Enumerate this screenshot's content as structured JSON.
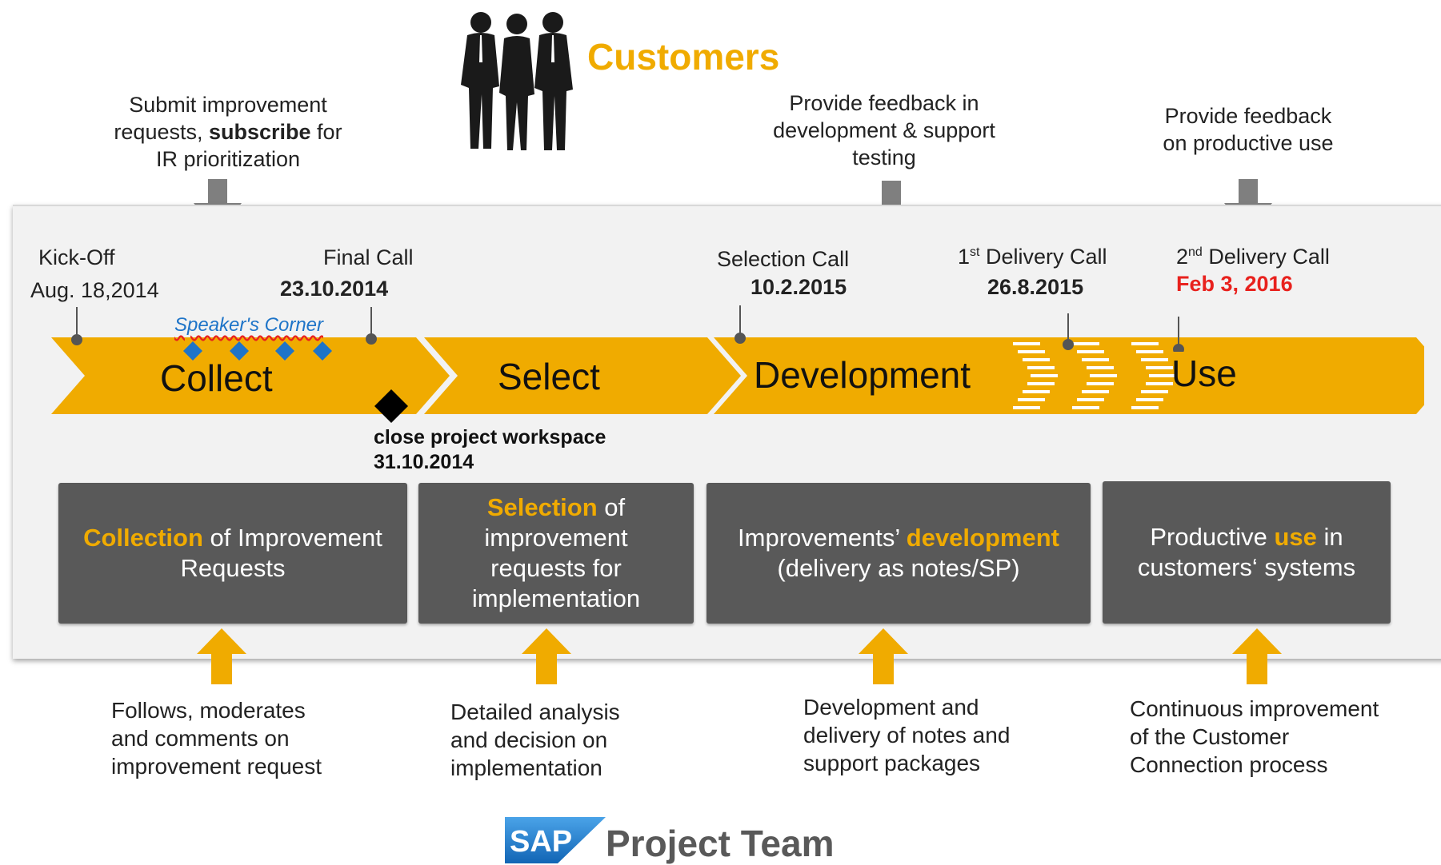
{
  "customers": {
    "title": "Customers",
    "input_submit": {
      "text1": "Submit improvement",
      "text2a": "requests, ",
      "text2b": "subscribe",
      "text2c": " for",
      "text3": "IR prioritization"
    },
    "input_testing": {
      "line1": "Provide feedback in",
      "line2": "development & support",
      "line3": "testing"
    },
    "input_use": {
      "line1": "Provide feedback",
      "line2": "on productive use"
    }
  },
  "milestones": {
    "kickoff": {
      "label": "Kick-Off",
      "date": "Aug. 18,2014"
    },
    "final_call": {
      "label": "Final Call",
      "date": "23.10.2014"
    },
    "selection_call": {
      "label": "Selection Call",
      "date": "10.2.2015"
    },
    "delivery1": {
      "label_num": "1",
      "label_sup": "st",
      "label_rest": " Delivery Call",
      "date": "26.8.2015"
    },
    "delivery2": {
      "label_num": "2",
      "label_sup": "nd",
      "label_rest": " Delivery Call",
      "date": "Feb 3, 2016"
    },
    "speakers_corner": "Speaker's Corner",
    "close_workspace": {
      "line1": "close project workspace",
      "line2": "31.10.2014"
    }
  },
  "phases": {
    "collect": "Collect",
    "select": "Select",
    "development": "Development",
    "use": "Use"
  },
  "boxes": {
    "collect": {
      "hl": "Collection",
      "rest": " of Improvement",
      "line2": "Requests"
    },
    "select": {
      "hl": "Selection",
      "rest": " of",
      "line2": "improvement",
      "line3": "requests for",
      "line4": "implementation"
    },
    "development": {
      "pre": "Improvements’ ",
      "hl": "development",
      "line2": "(delivery as notes/SP)"
    },
    "use": {
      "pre": "Productive ",
      "hl": "use",
      "post": " in",
      "line2": "customers‘ systems"
    }
  },
  "project_team": {
    "collect": [
      "Follows, moderates",
      "and comments on",
      "improvement request"
    ],
    "select": [
      "Detailed analysis",
      "and decision on",
      "implementation"
    ],
    "development": [
      "Development and",
      "delivery of notes and",
      "support packages"
    ],
    "use": [
      "Continuous improvement",
      "of the Customer",
      "Connection process"
    ],
    "logo_text": "SAP",
    "brand": "Project Team"
  },
  "colors": {
    "accent": "#f0ab00",
    "box": "#595959",
    "red": "#e8211d",
    "blue": "#1e74c8",
    "arrow_grey": "#7f7f7f"
  }
}
